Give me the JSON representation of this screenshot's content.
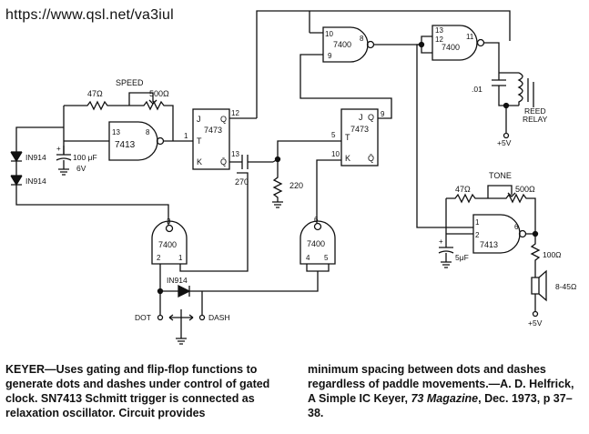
{
  "url": "https://www.qsl.net/va3iul",
  "labels": {
    "speed": "SPEED",
    "tone": "TONE",
    "r47a": "47Ω",
    "r500a": "500Ω",
    "r47b": "47Ω",
    "r500b": "500Ω",
    "r220": "220",
    "r270": "270",
    "r100": "100Ω",
    "cap100": "100 μF",
    "cap6v": "6V",
    "cap5": "5μF",
    "cap01": ".01",
    "d1": "IN914",
    "d2": "IN914",
    "d3": "IN914",
    "dot": "DOT",
    "dash": "DASH",
    "reed1": "REED",
    "reed2": "RELAY",
    "v1": "+5V",
    "v2": "+5V",
    "spk": "8-45Ω",
    "ic7413a": "7413",
    "ic7413b": "7413",
    "ic7473a": "7473",
    "ic7473b": "7473",
    "ic7400a": "7400",
    "ic7400b": "7400",
    "ic7400c": "7400",
    "ic7400d": "7400",
    "ff_j": "J",
    "ff_q": "Q",
    "ff_t": "T",
    "ff_k": "K",
    "ff_qb": "Q̄",
    "pins": {
      "p13a": "13",
      "p8a": "8",
      "p1a": "1",
      "p12a": "12",
      "p13b": "13",
      "p5b": "5",
      "p10b": "10",
      "p9b": "9",
      "p10c": "10",
      "p9c": "9",
      "p8c": "8",
      "p13d": "13",
      "p12d": "12",
      "p11d": "11",
      "p3e": "3",
      "p2e": "2",
      "p1e": "1",
      "p6f": "6",
      "p4f": "4",
      "p5f": "5",
      "p1g": "1",
      "p2g": "2",
      "p6g": "6"
    }
  },
  "caption_left": "KEYER—Uses gating and flip-flop functions to generate dots and dashes under control of gated clock. SN7413 Schmitt trigger is connected as relaxation oscillator. Circuit provides",
  "caption_right_a": "minimum spacing between dots and dashes regardless of paddle movements.—A. D. Helfrick, A Simple IC Keyer, ",
  "caption_right_mag": "73 Magazine",
  "caption_right_b": ", Dec. 1973, p 37–38."
}
